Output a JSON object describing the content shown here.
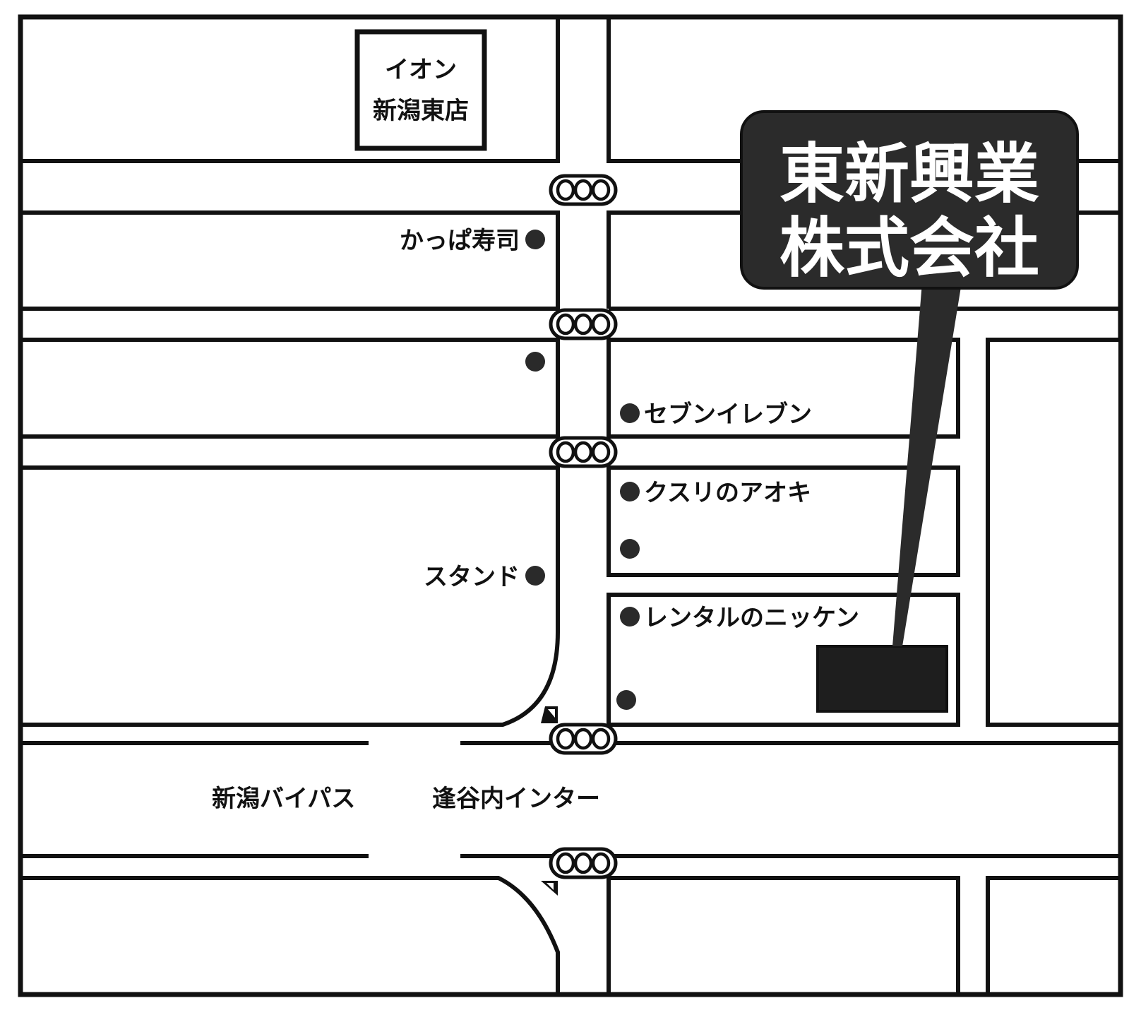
{
  "map": {
    "title_line1": "東新興業",
    "title_line2": "株式会社",
    "colors": {
      "line": "#111111",
      "callout": "#2b2b2b",
      "callout_text": "#ffffff",
      "landmark_dot": "#2a2a2a",
      "target_building": "#1e1e1e",
      "background": "#ffffff"
    },
    "landmarks": {
      "aeon_line1": "イオン",
      "aeon_line2": "新潟東店",
      "kappa_sushi": "かっぱ寿司",
      "seven_eleven": "セブンイレブン",
      "kusuri_no_aoki": "クスリのアオキ",
      "stand": "スタンド",
      "rental_nikken": "レンタルのニッケン"
    },
    "roads": {
      "bypass": "新潟バイパス",
      "interchange": "逢谷内インター"
    },
    "traffic_signal_count": 5
  }
}
